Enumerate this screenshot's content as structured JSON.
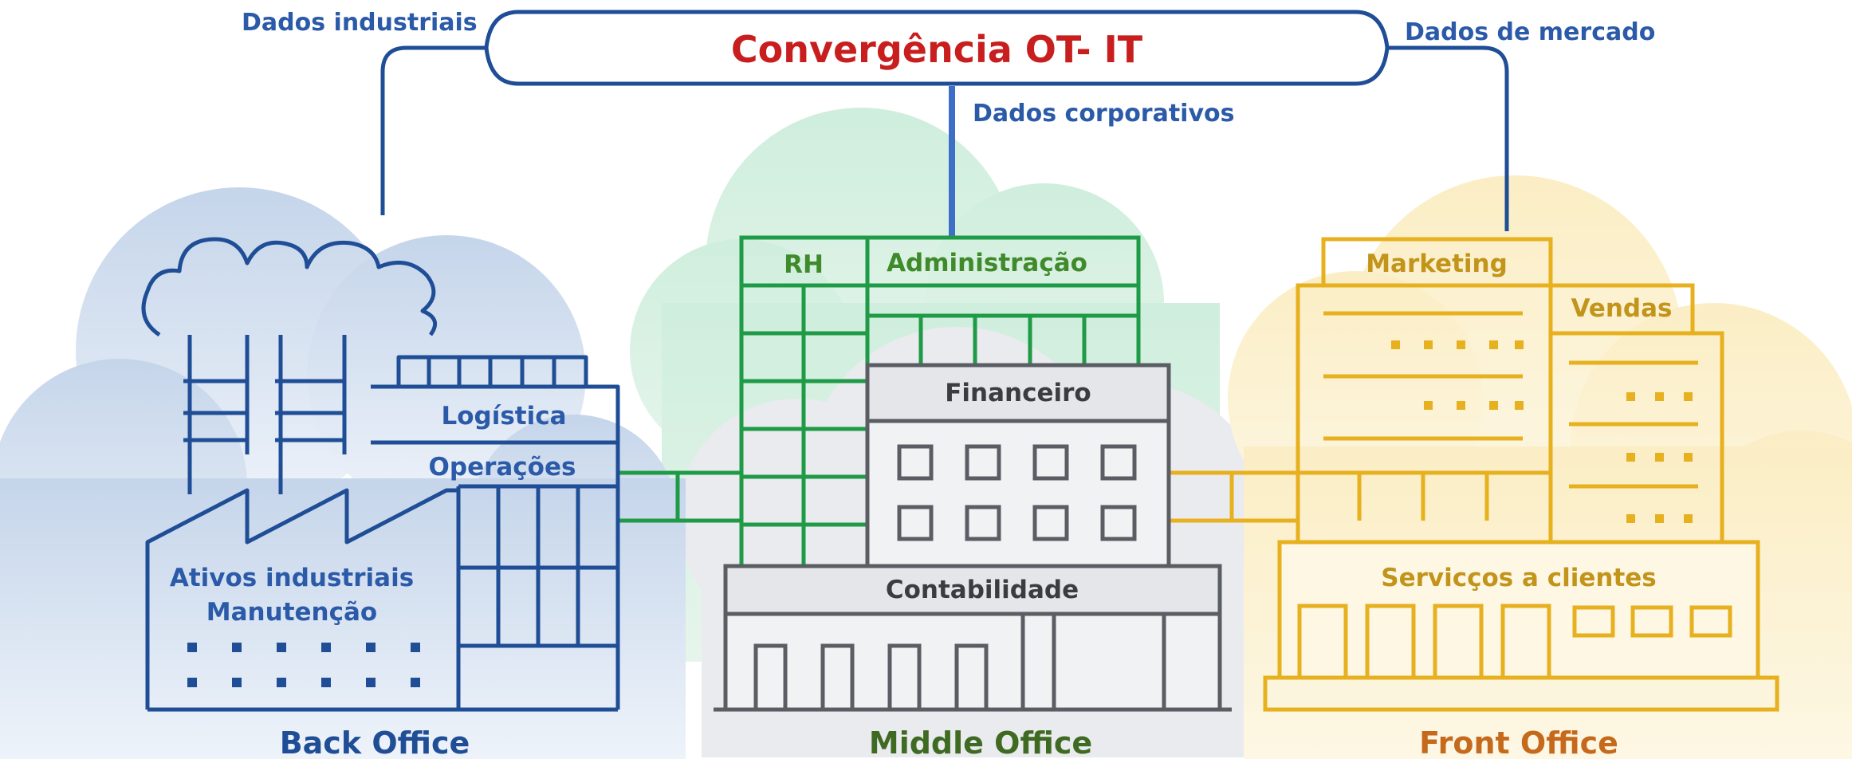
{
  "title": "Convergência OT- IT",
  "flows": {
    "industrial": "Dados industriais",
    "market": "Dados de mercado",
    "corporate": "Dados corporativos"
  },
  "back_office": {
    "title": "Back Office",
    "logistics": "Logística",
    "operations": "Operações",
    "assets_line1": "Ativos industriais",
    "assets_line2": "Manutenção"
  },
  "middle_office": {
    "title": "Middle Office",
    "hr": "RH",
    "administration": "Administração",
    "finance": "Financeiro",
    "accounting": "Contabilidade"
  },
  "front_office": {
    "title": "Front Office",
    "marketing": "Marketing",
    "sales": "Vendas",
    "customer_services": "Servicços a clientes"
  },
  "colors": {
    "back": "#1f4e96",
    "middle": "#1f9a46",
    "gray": "#5a5d63",
    "front": "#e7b01e",
    "red": "#c81e1e",
    "front_title": "#c56a1c",
    "middle_title": "#3f6a22"
  }
}
